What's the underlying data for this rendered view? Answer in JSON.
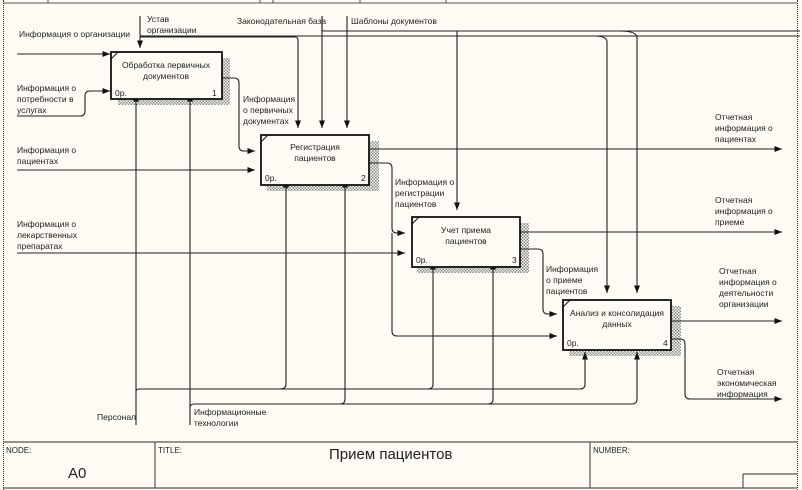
{
  "diagram": {
    "type": "IDEF0",
    "boxes": [
      {
        "id": 1,
        "title_lines": [
          "Обработка первичных",
          "документов"
        ],
        "cost": "0р.",
        "number": "1"
      },
      {
        "id": 2,
        "title_lines": [
          "Регистрация",
          "пациентов"
        ],
        "cost": "0р.",
        "number": "2"
      },
      {
        "id": 3,
        "title_lines": [
          "Учет приема",
          "пациентов"
        ],
        "cost": "0р.",
        "number": "3"
      },
      {
        "id": 4,
        "title_lines": [
          "Анализ и консолидация",
          "данных"
        ],
        "cost": "0р.",
        "number": "4"
      }
    ],
    "inputs": {
      "org_info": [
        "Информация о организации"
      ],
      "needs_info": [
        "Информация о",
        "потребности в",
        "услугах"
      ],
      "patients_info": [
        "Информация о",
        "пациентах"
      ],
      "drugs_info": [
        "Информация о",
        "лекарственных",
        "препаратах"
      ]
    },
    "controls": {
      "charter": [
        "Устав",
        "организации"
      ],
      "law_base": [
        "Законодательная база"
      ],
      "templates": [
        "Шаблоны документов"
      ]
    },
    "mechanisms": {
      "staff": [
        "Персонал"
      ],
      "it": [
        "Информационные",
        "технологии"
      ]
    },
    "internal": {
      "primary_docs": [
        "Информация",
        "о первичных",
        "документах"
      ],
      "registration": [
        "Информация о",
        "регистрации",
        "пациентов"
      ],
      "reception": [
        "Информация",
        "о приеме",
        "пациентов"
      ]
    },
    "outputs": {
      "report_patients": [
        "Отчетная",
        "информация о",
        "пациентах"
      ],
      "report_reception": [
        "Отчетная",
        "информация о",
        "приеме"
      ],
      "report_activity": [
        "Отчетная",
        "информация о",
        "деятельности",
        "организации"
      ],
      "report_economic": [
        "Отчетная",
        "экономическая",
        "информация"
      ]
    }
  },
  "footer": {
    "node_label": "NODE:",
    "node_value": "A0",
    "title_label": "TITLE:",
    "title_value": "Прием пациентов",
    "number_label": "NUMBER:"
  },
  "colors": {
    "background": "#fdfbf3",
    "line": "#222222",
    "shadow": "#9a9a9a"
  }
}
